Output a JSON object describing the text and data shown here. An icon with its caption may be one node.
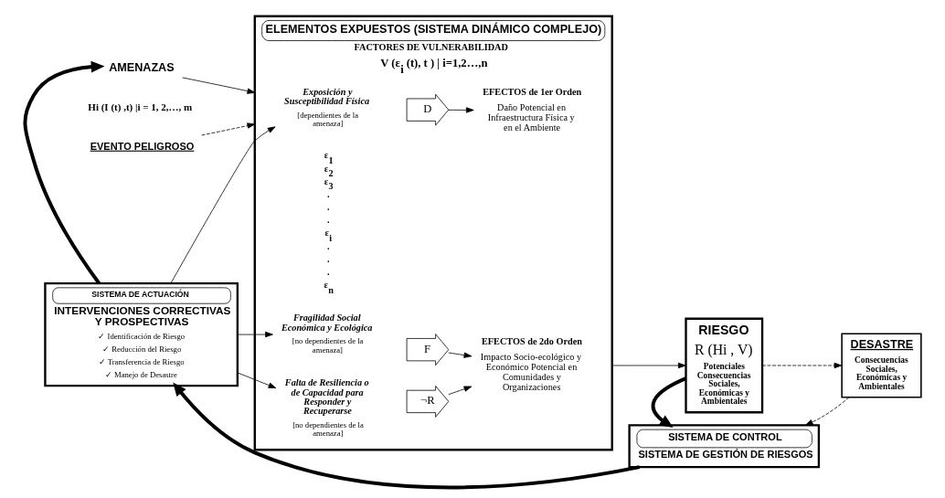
{
  "diagram": {
    "nodes": [
      {
        "text": [
          "AMENAZAS"
        ]
      },
      {
        "text": [
          "EVENTO PELIGROSO"
        ]
      },
      {
        "text": [
          "ELEMENTOS EXPUESTOS (SISTEMA DINÁMICO COMPLEJO)",
          "FACTORES DE VULNERABILIDAD",
          "V (ε$_{i}$ (t), t ) | i=1,2…,n"
        ]
      },
      {
        "text": [
          "Exposición y Susceptibilidad Física",
          "[dependientes de la amenaza]"
        ],
        "in": 2
      },
      {
        "text": [
          "Fragilidad Social Económica y Ecológica",
          "[no dependientes de la amenaza]"
        ],
        "in": 2
      },
      {
        "text": [
          "Falta de Resiliencia o de Capacidad para Responder y Recuperarse",
          "[no dependientes de la amenaza]"
        ],
        "in": 2
      },
      {
        "text": [
          "D"
        ],
        "in": 2
      },
      {
        "text": [
          "F"
        ],
        "in": 2
      },
      {
        "text": [
          "¬R"
        ],
        "in": 2
      },
      {
        "text": [
          "EFECTOS de 1er Orden",
          "Daño Potencial en Infraestructura Física y en el Ambiente"
        ],
        "in": 2
      },
      {
        "text": [
          "EFECTOS de 2do Orden",
          "Impacto Socio-ecológico y Económico Potencial en Comunidades y Organizaciones"
        ],
        "in": 2
      },
      {
        "text": [
          "SISTEMA DE ACTUACIÓN",
          "INTERVENCIONES CORRECTIVAS Y PROSPECTIVAS",
          "✓ Identificación de Riesgo",
          "✓ Reducción del Riesgo",
          "✓ Transferencia de Riesgo",
          "✓ Manejo de Desastre"
        ]
      },
      {
        "text": [
          "RIESGO",
          "R (Hi , V)",
          "Potenciales Consecuencias Sociales, Económicas y Ambientales"
        ]
      },
      {
        "text": [
          "DESASTRE",
          "Consecuencias Sociales, Económicas y Ambientales"
        ]
      },
      {
        "text": [
          "SISTEMA DE CONTROL",
          "SISTEMA DE GESTIÓN DE RIESGOS"
        ]
      }
    ],
    "edges": [
      {
        "from": 11,
        "to": 0,
        "arrow": "to",
        "style": "thick"
      },
      {
        "from": 0,
        "to": 2,
        "arrow": "to"
      },
      {
        "from": 1,
        "to": 2,
        "arrow": "to",
        "style": "dashed"
      },
      {
        "from": 11,
        "to": 3,
        "arrow": "to"
      },
      {
        "from": 11,
        "to": 4,
        "arrow": "to"
      },
      {
        "from": 11,
        "to": 5,
        "arrow": "to"
      },
      {
        "from": 6,
        "to": 9,
        "arrow": "to"
      },
      {
        "from": 7,
        "to": 10,
        "arrow": "to"
      },
      {
        "from": 8,
        "to": 10,
        "arrow": "to"
      },
      {
        "from": 2,
        "to": 12,
        "arrow": "to"
      },
      {
        "from": 12,
        "to": 13,
        "arrow": "to",
        "style": "dashed"
      },
      {
        "from": 12,
        "to": 14,
        "arrow": "to",
        "style": "thick"
      },
      {
        "from": 13,
        "to": 14,
        "arrow": "to",
        "style": "dashed"
      },
      {
        "from": 14,
        "to": 11,
        "arrow": "to",
        "style": "thick"
      }
    ],
    "labels": [
      "Hi (I (t) ,t) |i = 1, 2,…, m",
      "ε$_{1}$",
      "ε$_{2}$",
      "ε$_{3}$",
      ".",
      ".",
      ".",
      "ε$_{i}$",
      ".",
      ".",
      ".",
      "ε$_{n}$"
    ]
  }
}
